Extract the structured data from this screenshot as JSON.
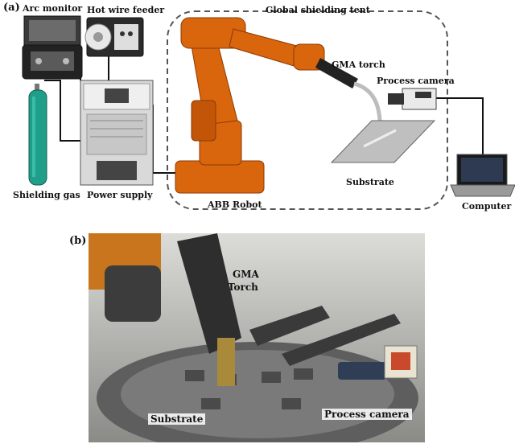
{
  "panel_a": {
    "tag": "(a)",
    "labels": {
      "arc_monitor": "Arc monitor",
      "hot_wire_feeder": "Hot wire feeder",
      "global_shielding_tent": "Global shielding tent",
      "gma_torch": "GMA torch",
      "process_camera": "Process camera",
      "substrate": "Substrate",
      "shielding_gas": "Shielding gas",
      "power_supply": "Power supply",
      "abb_robot": "ABB Robot",
      "computer": "Computer"
    }
  },
  "panel_b": {
    "tag": "(b)",
    "labels": {
      "gma_torch_line1": "GMA",
      "gma_torch_line2": "Torch",
      "substrate": "Substrate",
      "process_camera": "Process camera"
    }
  }
}
